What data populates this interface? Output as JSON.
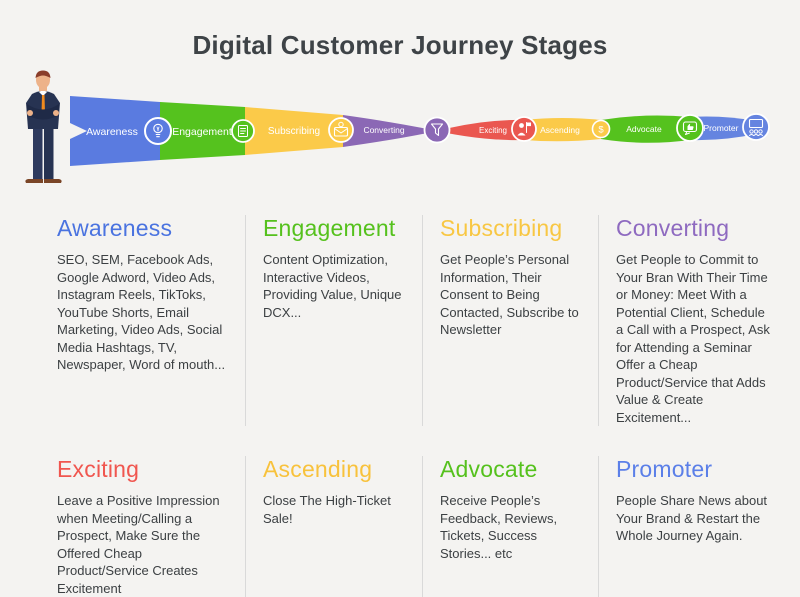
{
  "title": "Digital Customer Journey Stages",
  "colors": {
    "background": "#f4f3f1",
    "title_text": "#3e4347",
    "divider": "#d9d9d9",
    "body_text": "#3c4043"
  },
  "funnel": {
    "figure": "businessman-illustration",
    "stages": [
      {
        "label": "Awareness",
        "color": "#5a7be0",
        "icon": "lightbulb-icon"
      },
      {
        "label": "Engagement",
        "color": "#55c21e",
        "icon": "form-icon"
      },
      {
        "label": "Subscribing",
        "color": "#fbca49",
        "icon": "envelope-person-icon"
      },
      {
        "label": "Converting",
        "color": "#8b68b5",
        "icon": "funnel-icon"
      },
      {
        "label": "Exciting",
        "color": "#ea5750",
        "icon": "presenter-icon"
      },
      {
        "label": "Ascending",
        "color": "#fbca49",
        "icon": "dollar-icon"
      },
      {
        "label": "Advocate",
        "color": "#55c21e",
        "icon": "thumbs-up-bubble-icon"
      },
      {
        "label": "Promoter",
        "color": "#6584e0",
        "icon": "presentation-audience-icon"
      }
    ]
  },
  "cards": [
    {
      "name": "Awareness",
      "color": "#4a73e0",
      "description": "SEO, SEM, Facebook Ads, Google Adword, Video Ads, Instagram Reels, TikToks, YouTube Shorts, Email Marketing, Video Ads, Social Media Hashtags, TV, Newspaper, Word of mouth..."
    },
    {
      "name": "Engagement",
      "color": "#55c11d",
      "description": "Content Optimization, Interactive Videos, Providing Value, Unique DCX..."
    },
    {
      "name": "Subscribing",
      "color": "#f8c743",
      "description": "Get People’s Personal Information, Their Consent to Being Contacted, Subscribe to Newsletter"
    },
    {
      "name": "Converting",
      "color": "#8e6ac0",
      "description": "Get People to Commit to Your Bran With Their Time or Money: Meet With a Potential Client, Schedule a Call with a Prospect, Ask for Attending a Seminar Offer a Cheap Product/Service that Adds Value & Create Excitement..."
    },
    {
      "name": "Exciting",
      "color": "#f0564f",
      "description": "Leave a Positive Impression when Meeting/Calling a Prospect, Make Sure the Offered Cheap Product/Service Creates Excitement"
    },
    {
      "name": "Ascending",
      "color": "#f8c23c",
      "description": "Close The High-Ticket Sale!"
    },
    {
      "name": "Advocate",
      "color": "#55c11d",
      "description": "Receive People’s Feedback, Reviews, Tickets, Success Stories... etc"
    },
    {
      "name": "Promoter",
      "color": "#5b7fe8",
      "description": "People Share News about Your Brand & Restart the Whole Journey Again."
    }
  ]
}
